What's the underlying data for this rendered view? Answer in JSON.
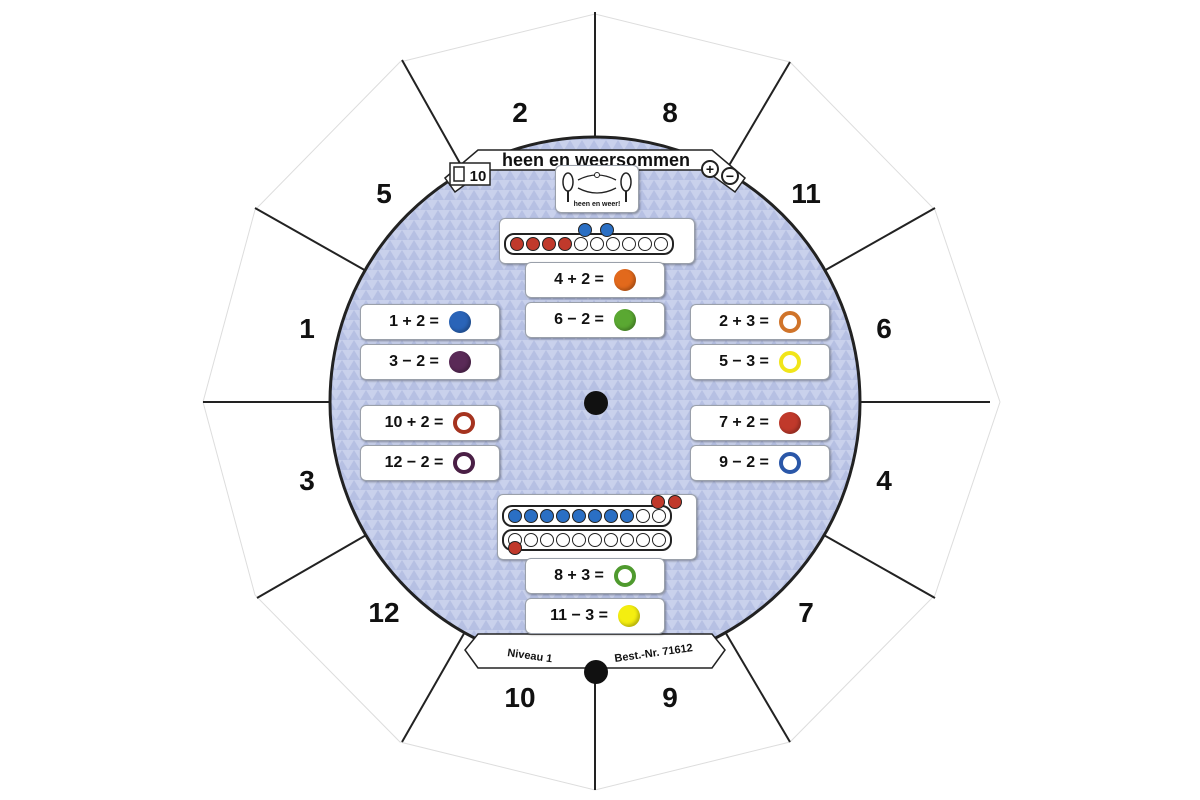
{
  "header": {
    "badge_number": "10",
    "title": "heen en weersommen",
    "plus_symbol": "+",
    "minus_symbol": "−"
  },
  "footer": {
    "level": "Niveau 1",
    "order_number": "Best.-Nr. 71612"
  },
  "picture_card": {
    "caption": "heen en weer!"
  },
  "segment_numbers": [
    "2",
    "8",
    "11",
    "6",
    "4",
    "7",
    "9",
    "10",
    "12",
    "3",
    "1",
    "5"
  ],
  "cards": [
    {
      "id": "top-upper",
      "expr": "4 + 2 =",
      "marker": "dot",
      "color": "#e2691c"
    },
    {
      "id": "top-lower",
      "expr": "6 − 2 =",
      "marker": "dot",
      "color": "#5aa832"
    },
    {
      "id": "left-1",
      "expr": "1 + 2 =",
      "marker": "dot",
      "color": "#2a64b8"
    },
    {
      "id": "left-2",
      "expr": "3 − 2 =",
      "marker": "dot",
      "color": "#5a2a57"
    },
    {
      "id": "left-3",
      "expr": "10 + 2 =",
      "marker": "ring",
      "color": "#a5331f"
    },
    {
      "id": "left-4",
      "expr": "12 − 2 =",
      "marker": "ring",
      "color": "#4a1f45"
    },
    {
      "id": "right-1",
      "expr": "2 + 3 =",
      "marker": "ring",
      "color": "#d0742a"
    },
    {
      "id": "right-2",
      "expr": "5 − 3 =",
      "marker": "ring",
      "color": "#f1e51a"
    },
    {
      "id": "right-3",
      "expr": "7 + 2 =",
      "marker": "dot",
      "color": "#c0392b"
    },
    {
      "id": "right-4",
      "expr": "9 − 2 =",
      "marker": "ring",
      "color": "#2a57a8"
    },
    {
      "id": "bottom-upper",
      "expr": "8 + 3 =",
      "marker": "ring",
      "color": "#4f9a2e"
    },
    {
      "id": "bottom-lower",
      "expr": "11 − 3 =",
      "marker": "dot",
      "color": "#f4ee10"
    }
  ],
  "colors": {
    "disc_fill": "#c7d0ea",
    "bead_red": "#c0392b",
    "bead_blue": "#2a6fc4",
    "outline": "#222222"
  }
}
